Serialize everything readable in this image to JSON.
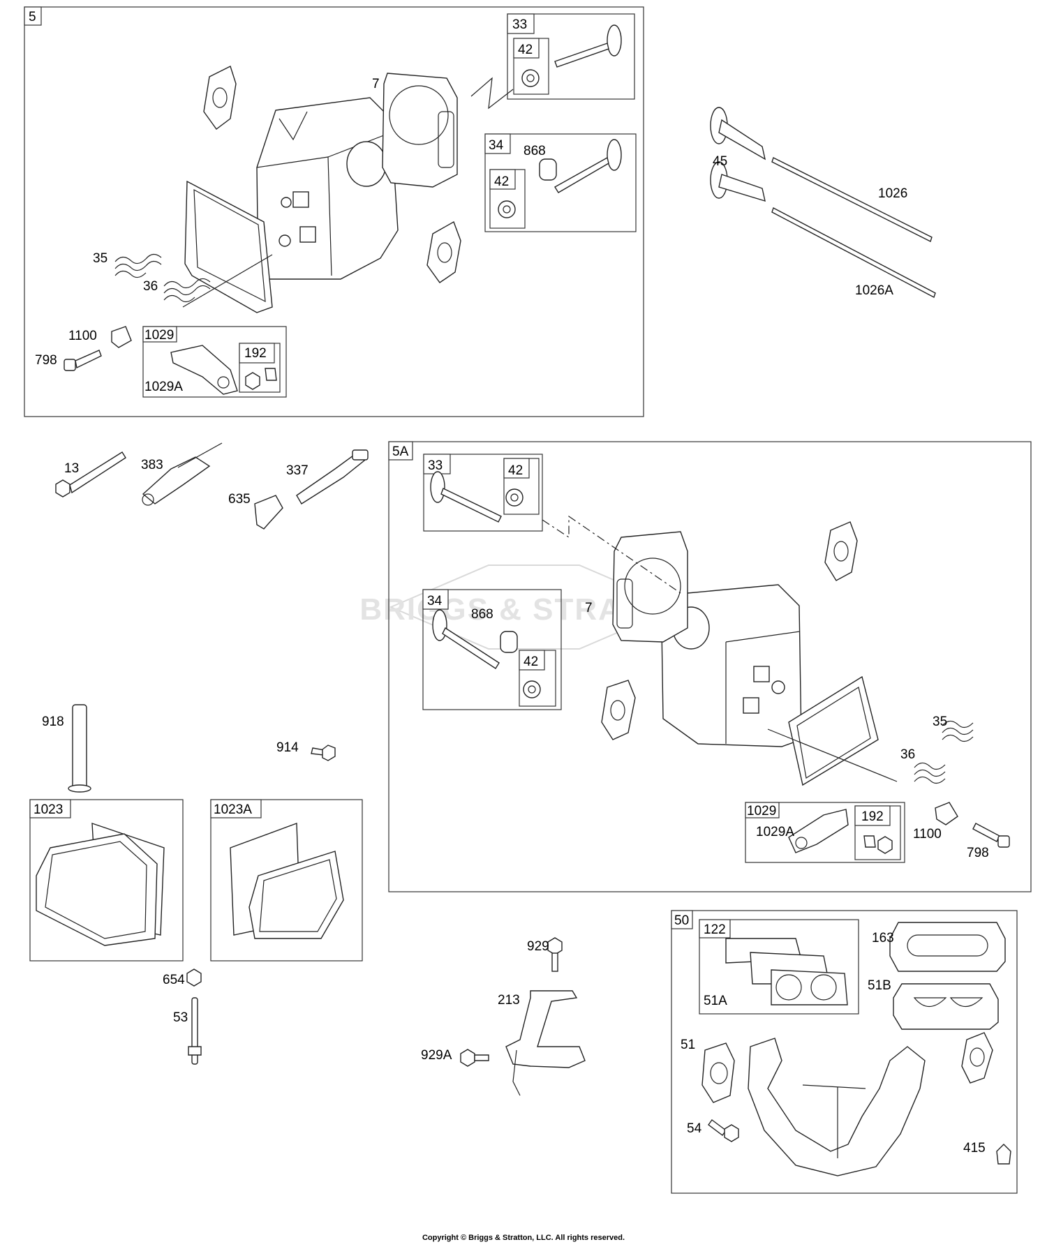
{
  "watermark": "BRIGGS & STRATTON",
  "copyright": "Copyright © Briggs & Stratton, LLC. All rights reserved.",
  "groups": [
    {
      "id": "5",
      "label": "5"
    },
    {
      "id": "5A",
      "label": "5A"
    },
    {
      "id": "50",
      "label": "50"
    },
    {
      "id": "33a",
      "label": "33"
    },
    {
      "id": "42a",
      "label": "42"
    },
    {
      "id": "34a",
      "label": "34"
    },
    {
      "id": "42b",
      "label": "42"
    },
    {
      "id": "1029a",
      "label": "1029"
    },
    {
      "id": "192a",
      "label": "192"
    },
    {
      "id": "33b",
      "label": "33"
    },
    {
      "id": "42c",
      "label": "42"
    },
    {
      "id": "34b",
      "label": "34"
    },
    {
      "id": "42d",
      "label": "42"
    },
    {
      "id": "1029b",
      "label": "1029"
    },
    {
      "id": "192b",
      "label": "192"
    },
    {
      "id": "1023",
      "label": "1023"
    },
    {
      "id": "1023A",
      "label": "1023A"
    },
    {
      "id": "122",
      "label": "122"
    }
  ],
  "labels": [
    {
      "id": "7a",
      "text": "7"
    },
    {
      "id": "868a",
      "text": "868"
    },
    {
      "id": "35a",
      "text": "35"
    },
    {
      "id": "36a",
      "text": "36"
    },
    {
      "id": "1100a",
      "text": "1100"
    },
    {
      "id": "798a",
      "text": "798"
    },
    {
      "id": "1029Aa",
      "text": "1029A"
    },
    {
      "id": "45",
      "text": "45"
    },
    {
      "id": "1026",
      "text": "1026"
    },
    {
      "id": "1026A",
      "text": "1026A"
    },
    {
      "id": "13",
      "text": "13"
    },
    {
      "id": "383",
      "text": "383"
    },
    {
      "id": "337",
      "text": "337"
    },
    {
      "id": "635",
      "text": "635"
    },
    {
      "id": "7b",
      "text": "7"
    },
    {
      "id": "868b",
      "text": "868"
    },
    {
      "id": "35b",
      "text": "35"
    },
    {
      "id": "36b",
      "text": "36"
    },
    {
      "id": "1029Ab",
      "text": "1029A"
    },
    {
      "id": "1100b",
      "text": "1100"
    },
    {
      "id": "798b",
      "text": "798"
    },
    {
      "id": "918",
      "text": "918"
    },
    {
      "id": "914",
      "text": "914"
    },
    {
      "id": "654",
      "text": "654"
    },
    {
      "id": "53",
      "text": "53"
    },
    {
      "id": "929",
      "text": "929"
    },
    {
      "id": "213",
      "text": "213"
    },
    {
      "id": "929A",
      "text": "929A"
    },
    {
      "id": "163",
      "text": "163"
    },
    {
      "id": "51A",
      "text": "51A"
    },
    {
      "id": "51B",
      "text": "51B"
    },
    {
      "id": "51",
      "text": "51"
    },
    {
      "id": "54",
      "text": "54"
    },
    {
      "id": "415",
      "text": "415"
    }
  ]
}
